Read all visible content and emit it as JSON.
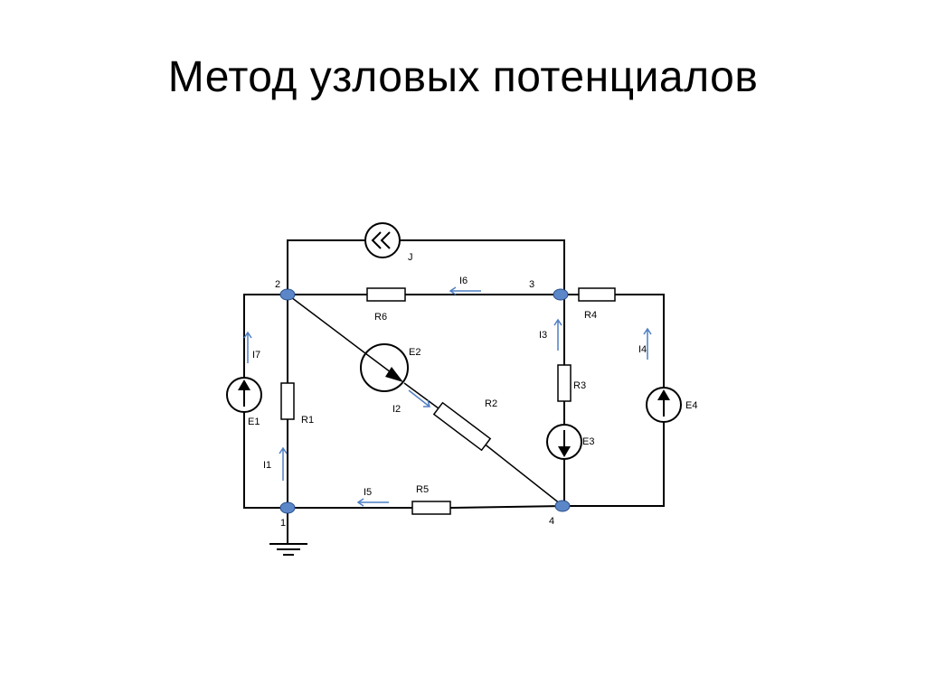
{
  "slide": {
    "title": "Метод узловых потенциалов"
  },
  "circuit": {
    "nodes": [
      {
        "id": "node-1",
        "label": "1"
      },
      {
        "id": "node-2",
        "label": "2"
      },
      {
        "id": "node-3",
        "label": "3"
      },
      {
        "id": "node-4",
        "label": "4"
      }
    ],
    "resistors": [
      "R1",
      "R2",
      "R3",
      "R4",
      "R5",
      "R6"
    ],
    "sources": [
      "E1",
      "E2",
      "E3",
      "E4"
    ],
    "current_source": "J",
    "currents": [
      "I1",
      "I2",
      "I3",
      "I4",
      "I5",
      "I6",
      "I7"
    ],
    "colors": {
      "wire": "#000000",
      "node": "#5b87c8",
      "current_arrow": "#4f7fc4"
    }
  }
}
